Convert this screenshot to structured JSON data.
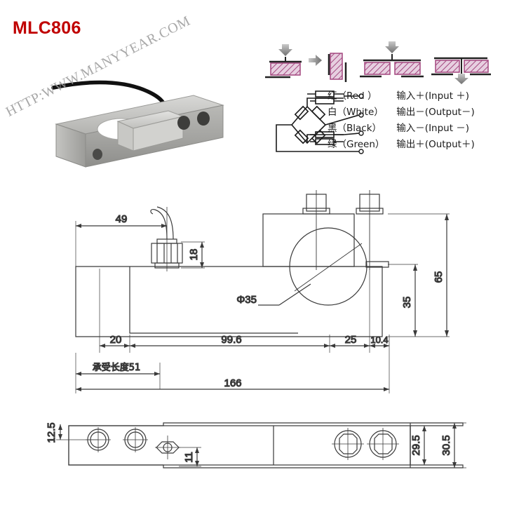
{
  "product": {
    "model": "MLC806",
    "model_color": "#c00000"
  },
  "watermark": {
    "text": "HTTP:WWW.MANYYEAR.COM"
  },
  "photo": {
    "caption": "load-cell-photo",
    "alt": "Single point aluminum load cell with cable"
  },
  "mounting_diagrams": {
    "count": 4,
    "labels": [
      "compression-flat",
      "compression-vertical",
      "double-block",
      "center-load"
    ],
    "block_fill": "#c9a0bd",
    "block_stroke": "#8e3a6e",
    "arrow_color": "#9a9a9a"
  },
  "wiring": {
    "rows": [
      {
        "cn": "红（Red ）",
        "en": "输入＋(Input ＋)"
      },
      {
        "cn": "白（White）",
        "en": "输出－(Output－)"
      },
      {
        "cn": "黑（Black）",
        "en": "输入－(Input －)"
      },
      {
        "cn": "绿（Green）",
        "en": "输出＋(Output＋)"
      }
    ]
  },
  "drawing": {
    "side_view": {
      "dim_49": "49",
      "dim_18": "18",
      "dim_20": "20",
      "dim_99_6": "99.6",
      "dim_25": "25",
      "dim_10_4": "10.4",
      "dim_166": "166",
      "dim_65": "65",
      "dim_35": "35",
      "dia_35": "Φ35",
      "bearing_length": "承受长度51"
    },
    "top_view": {
      "dim_12_5": "12.5",
      "dim_11": "11",
      "dim_29_5": "29.5",
      "dim_30_5": "30.5"
    }
  }
}
